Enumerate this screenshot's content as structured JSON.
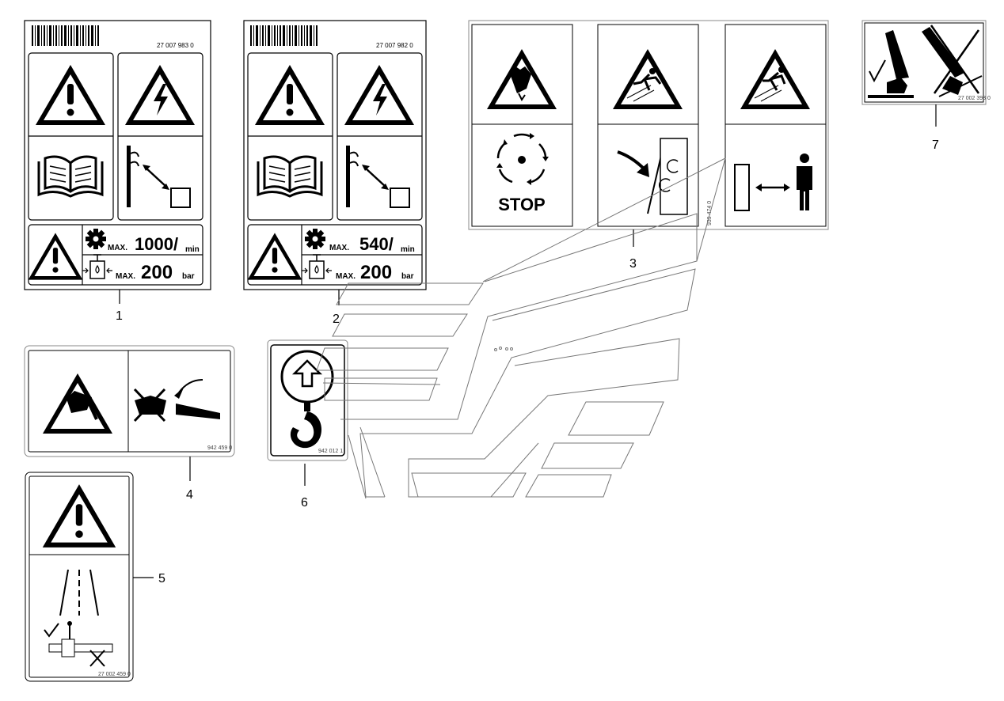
{
  "decal1": {
    "part_no": "27 007 983 0",
    "speed_prefix": "MAX.",
    "speed_value": "1000/",
    "speed_unit": "min",
    "pressure_prefix": "MAX.",
    "pressure_value": "200",
    "pressure_unit": "bar",
    "callout": "1"
  },
  "decal2": {
    "part_no": "27 007 982 0",
    "speed_prefix": "MAX.",
    "speed_value": "540/",
    "speed_unit": "min",
    "pressure_prefix": "MAX.",
    "pressure_value": "200",
    "pressure_unit": "bar",
    "callout": "2"
  },
  "decal3": {
    "stop_text": "STOP",
    "part_no": "939 474 0",
    "callout": "3"
  },
  "decal4": {
    "part_no": "942 459 0",
    "callout": "4"
  },
  "decal5": {
    "part_no": "27 002 459 0",
    "callout": "5"
  },
  "decal6": {
    "part_no": "942 012 1",
    "callout": "6"
  },
  "decal7": {
    "part_no": "27 002 393 0",
    "callout": "7"
  },
  "icons": [
    "warning-triangle-icon",
    "electric-shock-icon",
    "manual-book-icon",
    "distance-icon",
    "gear-icon",
    "hydraulic-icon",
    "hand-crush-icon",
    "rotating-stop-icon",
    "ejection-icon",
    "keep-distance-icon",
    "hook-icon",
    "lift-point-icon",
    "road-icon",
    "lever-lock-icon"
  ]
}
